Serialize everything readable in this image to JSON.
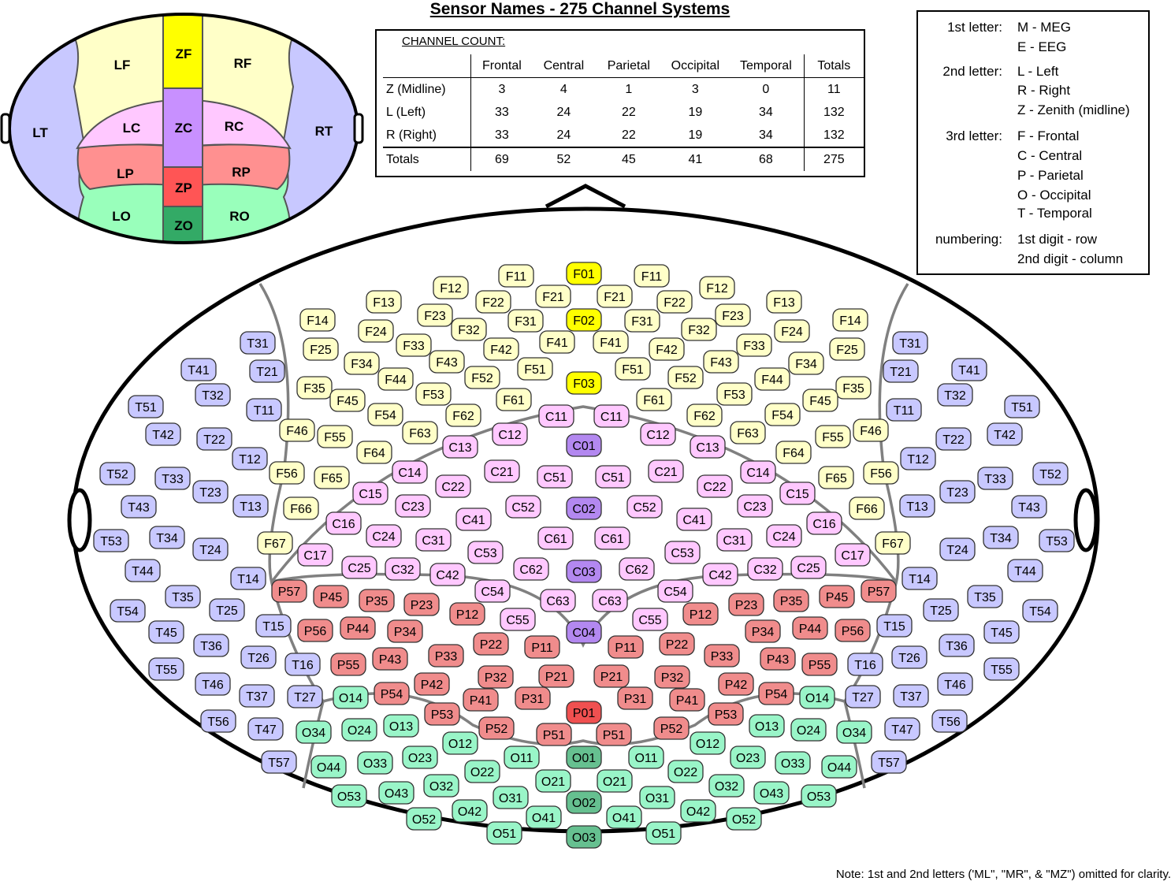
{
  "title": "Sensor Names - 275 Channel Systems",
  "channel_count": {
    "caption": "CHANNEL COUNT:",
    "columns": [
      "Frontal",
      "Central",
      "Parietal",
      "Occipital",
      "Temporal",
      "Totals"
    ],
    "rows": [
      {
        "label": "Z (Midline)",
        "values": [
          "3",
          "4",
          "1",
          "3",
          "0",
          "11"
        ]
      },
      {
        "label": "L (Left)",
        "values": [
          "33",
          "24",
          "22",
          "19",
          "34",
          "132"
        ]
      },
      {
        "label": "R (Right)",
        "values": [
          "33",
          "24",
          "22",
          "19",
          "34",
          "132"
        ]
      }
    ],
    "totals": {
      "label": "Totals",
      "values": [
        "69",
        "52",
        "45",
        "41",
        "68",
        "275"
      ]
    }
  },
  "legend": {
    "first_letter": {
      "key": "1st letter:",
      "values": [
        "M - MEG",
        "E - EEG"
      ]
    },
    "second_letter": {
      "key": "2nd letter:",
      "values": [
        "L - Left",
        "R - Right",
        "Z - Zenith (midline)"
      ]
    },
    "third_letter": {
      "key": "3rd letter:",
      "values": [
        "F - Frontal",
        "C - Central",
        "P - Parietal",
        "O - Occipital",
        "T - Temporal"
      ]
    },
    "numbering": {
      "key": "numbering:",
      "values": [
        "1st digit - row",
        "2nd digit - column"
      ]
    }
  },
  "regions": [
    "LT",
    "LF",
    "ZF",
    "RF",
    "RT",
    "LC",
    "ZC",
    "RC",
    "LP",
    "ZP",
    "RP",
    "LO",
    "ZO",
    "RO"
  ],
  "colors": {
    "frontal": "#ffffc8",
    "frontal_mid": "#ffff00",
    "central": "#ffc8ff",
    "central_mid": "#c890ff",
    "parietal": "#ff9090",
    "parietal_mid": "#ff5555",
    "occipital": "#99ffbb",
    "occipital_mid": "#33aa66",
    "temporal": "#c8c8ff",
    "sensor_frontal": "#ffffc8",
    "sensor_frontal_mid": "#ffff00",
    "sensor_central": "#ffc8ff",
    "sensor_central_mid": "#b388f0",
    "sensor_parietal": "#f08c8c",
    "sensor_parietal_mid": "#f05050",
    "sensor_occipital": "#99f5c8",
    "sensor_occipital_mid": "#66c090",
    "sensor_temporal": "#c8c8ff"
  },
  "sensors": {
    "midline": [
      "F01",
      "F02",
      "F03",
      "C01",
      "C02",
      "C03",
      "C04",
      "P01",
      "O01",
      "O02",
      "O03"
    ],
    "left": [
      "F11",
      "F12",
      "F13",
      "F14",
      "F21",
      "F22",
      "F23",
      "F24",
      "F25",
      "F31",
      "F32",
      "F33",
      "F34",
      "F35",
      "F41",
      "F42",
      "F43",
      "F44",
      "F45",
      "F46",
      "F51",
      "F52",
      "F53",
      "F54",
      "F55",
      "F56",
      "F61",
      "F62",
      "F63",
      "F64",
      "F65",
      "F66",
      "F67",
      "C11",
      "C12",
      "C13",
      "C14",
      "C15",
      "C16",
      "C17",
      "C21",
      "C22",
      "C23",
      "C24",
      "C25",
      "C31",
      "C32",
      "C41",
      "C42",
      "C51",
      "C52",
      "C53",
      "C54",
      "C55",
      "C61",
      "C62",
      "C63",
      "P11",
      "P12",
      "P21",
      "P22",
      "P23",
      "P31",
      "P32",
      "P33",
      "P34",
      "P35",
      "P41",
      "P42",
      "P43",
      "P44",
      "P45",
      "P51",
      "P52",
      "P53",
      "P54",
      "P55",
      "P56",
      "P57",
      "O11",
      "O12",
      "O13",
      "O14",
      "O21",
      "O22",
      "O23",
      "O24",
      "O31",
      "O32",
      "O33",
      "O34",
      "O41",
      "O42",
      "O43",
      "O44",
      "O51",
      "O52",
      "O53",
      "T11",
      "T12",
      "T13",
      "T14",
      "T15",
      "T16",
      "T21",
      "T22",
      "T23",
      "T24",
      "T25",
      "T26",
      "T27",
      "T31",
      "T32",
      "T33",
      "T34",
      "T35",
      "T36",
      "T37",
      "T41",
      "T42",
      "T43",
      "T44",
      "T45",
      "T46",
      "T47",
      "T51",
      "T52",
      "T53",
      "T54",
      "T55",
      "T56",
      "T57"
    ]
  },
  "note": "Note: 1st and 2nd letters ('ML\", \"MR\", & \"MZ\") omitted for clarity."
}
